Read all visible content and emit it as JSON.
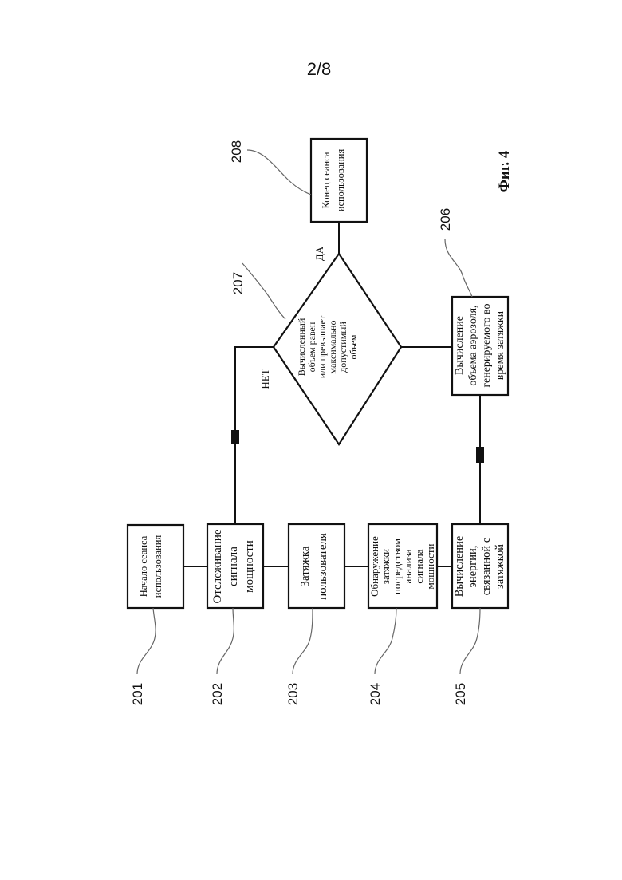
{
  "page_number": "2/8",
  "figure_caption": "Фиг. 4",
  "labels": {
    "no": "НЕТ",
    "yes": "ДА"
  },
  "blocks": [
    {
      "ref": "201",
      "lines": [
        "Начало сеанса",
        "использования"
      ]
    },
    {
      "ref": "202",
      "lines": [
        "Отслеживание",
        "сигнала",
        "мощности"
      ]
    },
    {
      "ref": "203",
      "lines": [
        "Затяжка",
        "пользователя"
      ]
    },
    {
      "ref": "204",
      "lines": [
        "Обнаружение",
        "затяжки",
        "посредством",
        "анализа",
        "сигнала",
        "мощности"
      ]
    },
    {
      "ref": "205",
      "lines": [
        "Вычисление",
        "энергии,",
        "связанной с",
        "затяжкой"
      ]
    },
    {
      "ref": "206",
      "lines": [
        "Вычисление",
        "объема аэрозоля,",
        "генерируемого во",
        "время затяжки"
      ]
    },
    {
      "ref": "207",
      "lines": [
        "Вычисленный",
        "объем равен",
        "или превышает",
        "максимально",
        "допустимый",
        "объем"
      ]
    },
    {
      "ref": "208",
      "lines": [
        "Конец сеанса",
        "использования"
      ]
    }
  ]
}
